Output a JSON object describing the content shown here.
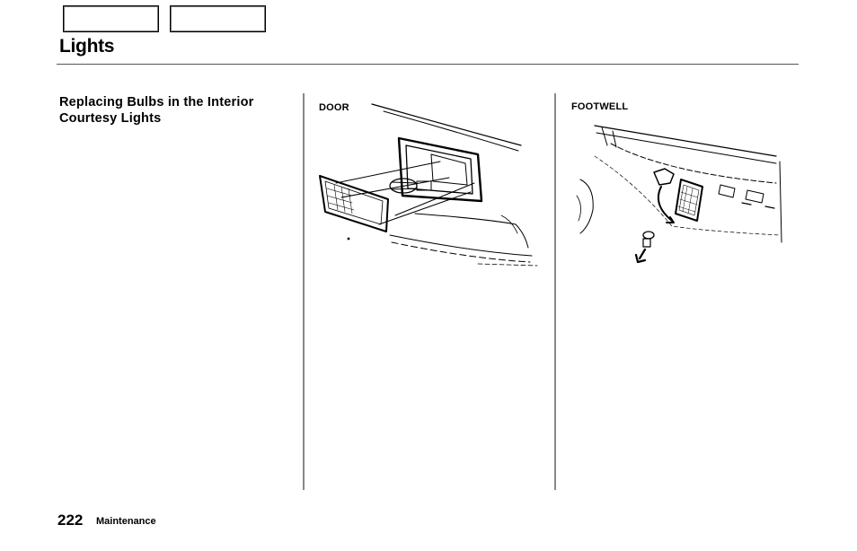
{
  "page": {
    "title": "Lights",
    "section_heading": "Replacing Bulbs in the Interior Courtesy Lights",
    "figures": {
      "door": {
        "label": "DOOR",
        "icon": "door-courtesy-light-illustration"
      },
      "footwell": {
        "label": "FOOTWELL",
        "icon": "footwell-courtesy-light-illustration"
      }
    }
  },
  "footer": {
    "page_number": "222",
    "section_name": "Maintenance"
  },
  "navigation": {
    "buttons": [
      "previous-page-button",
      "next-page-button"
    ]
  }
}
